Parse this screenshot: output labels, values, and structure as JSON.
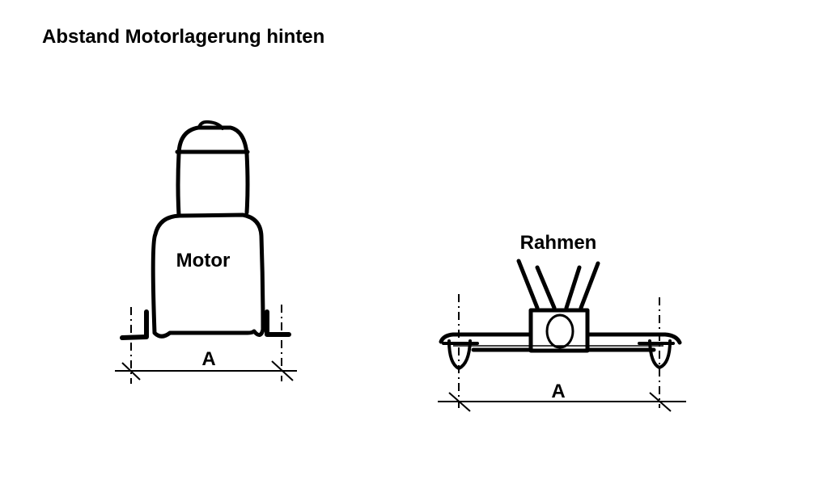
{
  "title": "Abstand Motorlagerung hinten",
  "left_figure": {
    "component_label": "Motor",
    "dimension_label": "A"
  },
  "right_figure": {
    "component_label": "Rahmen",
    "dimension_label": "A"
  }
}
